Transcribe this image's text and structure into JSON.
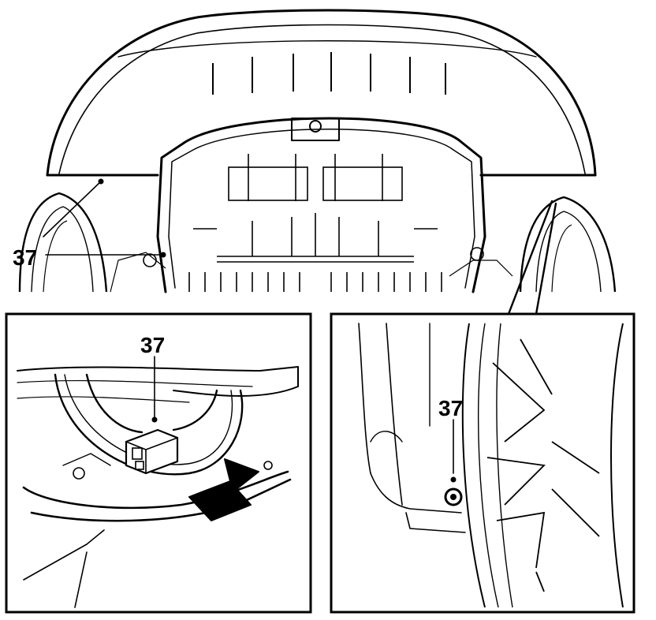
{
  "callouts": {
    "main": "37",
    "inset_left": "37",
    "inset_right": "37"
  },
  "colors": {
    "line": "#000000",
    "background": "#ffffff"
  }
}
